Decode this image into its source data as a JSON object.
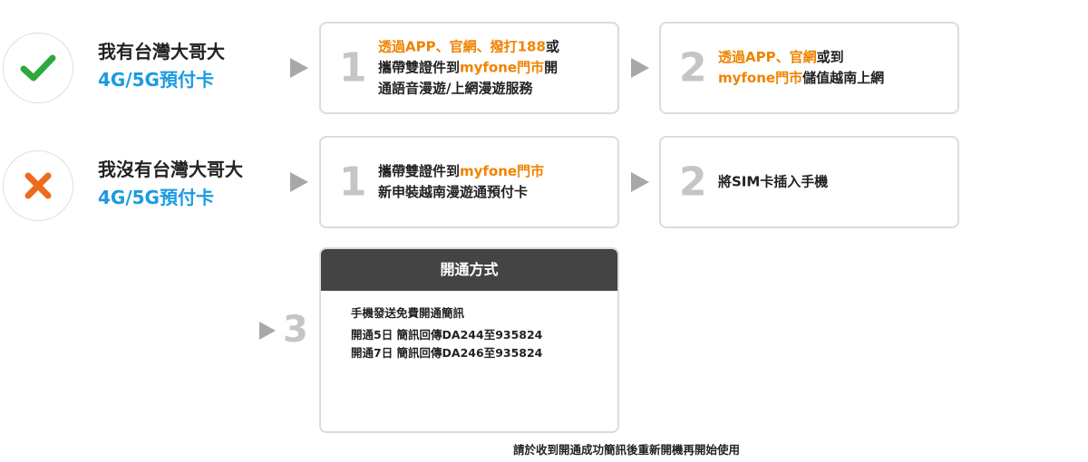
{
  "row1": {
    "title": "我有台灣大哥大",
    "subtitle": "4G/5G預付卡",
    "icon": "check-icon",
    "step1": {
      "num": "1",
      "p1": "透過APP、官網、撥打188",
      "p2": "或",
      "p3": "攜帶雙證件到",
      "p4": "myfone門市",
      "p5": "開",
      "p6": "通語音漫遊/上網漫遊服務"
    },
    "step2": {
      "num": "2",
      "p1": "透過APP、官網",
      "p2": "或到",
      "p3": "myfone門市",
      "p4": "儲值越南上網"
    }
  },
  "row2": {
    "title": "我沒有台灣大哥大",
    "subtitle": "4G/5G預付卡",
    "icon": "cross-icon",
    "step1": {
      "num": "1",
      "p1": "攜帶雙證件到",
      "p2": "myfone門市",
      "p3": "新申裝越南漫遊通預付卡"
    },
    "step2": {
      "num": "2",
      "p1": "將SIM卡插入手機"
    }
  },
  "step3": {
    "num": "3",
    "header": "開通方式",
    "lines": [
      "手機發送免費開通簡訊",
      "開通5日  簡訊回傳DA244至935824",
      "開通7日  簡訊回傳DA246至935824"
    ]
  },
  "footnote": "請於收到開通成功簡訊後重新開機再開始使用",
  "colors": {
    "orange": "#f08300",
    "blue": "#1c9be0",
    "green": "#2ea83a",
    "cross": "#ee6a1c"
  }
}
